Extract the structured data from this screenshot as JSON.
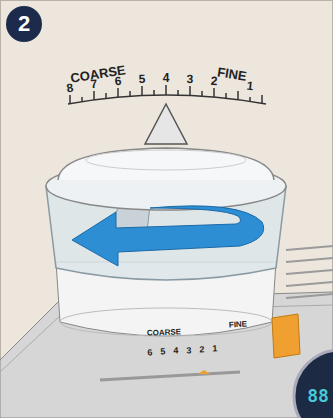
{
  "diagram": {
    "nodes": [
      {
        "text": [
          "2"
        ]
      }
    ],
    "labels": [
      "COARSE",
      "FINE",
      "8",
      "7",
      "6",
      "5",
      "4",
      "3",
      "2",
      "1",
      "COARSE",
      "FINE",
      "6",
      "5",
      "4",
      "3",
      "2",
      "1",
      "88"
    ]
  }
}
